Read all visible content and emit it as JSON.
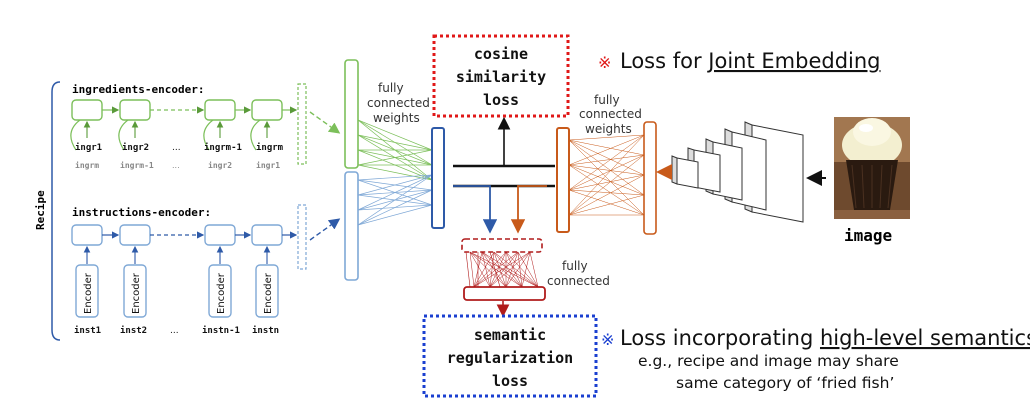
{
  "recipe_label": "Recipe",
  "ingredients_encoder": {
    "title": "ingredients-encoder:",
    "inputs": [
      "ingr1",
      "ingr2",
      "...",
      "ingrm-1",
      "ingrm"
    ],
    "reverse_inputs": [
      "ingrm",
      "ingrm-1",
      "...",
      "ingr2",
      "ingr1"
    ]
  },
  "instructions_encoder": {
    "title": "instructions-encoder:",
    "encoder_label": "Encoder",
    "inputs": [
      "inst1",
      "inst2",
      "...",
      "instn-1",
      "instn"
    ]
  },
  "fc_left_label": [
    "fully",
    "connected",
    "weights"
  ],
  "fc_right_label": [
    "fully",
    "connected",
    "weights"
  ],
  "fc_bottom_label": [
    "fully",
    "connected"
  ],
  "cosine_box": [
    "cosine",
    "similarity",
    "loss"
  ],
  "semantic_box": [
    "semantic",
    "regularization",
    "loss"
  ],
  "image_label": "image",
  "joint_note": {
    "mark": "※",
    "prefix": "Loss for ",
    "underlined": "Joint Embedding"
  },
  "semantic_note": {
    "mark": "※",
    "prefix": "Loss incorporating ",
    "underlined": "high-level semantics",
    "line2": "e.g., recipe and image may share",
    "line3": "same category of ‘fried fish’"
  },
  "colors": {
    "green": "#7cbf5a",
    "blue_light": "#7fa8d6",
    "blue_dark": "#2e5aa8",
    "orange": "#c85a1a",
    "red": "#b01c1c",
    "red_dotted": "#e01818",
    "blue_dotted": "#1a3fd0"
  }
}
